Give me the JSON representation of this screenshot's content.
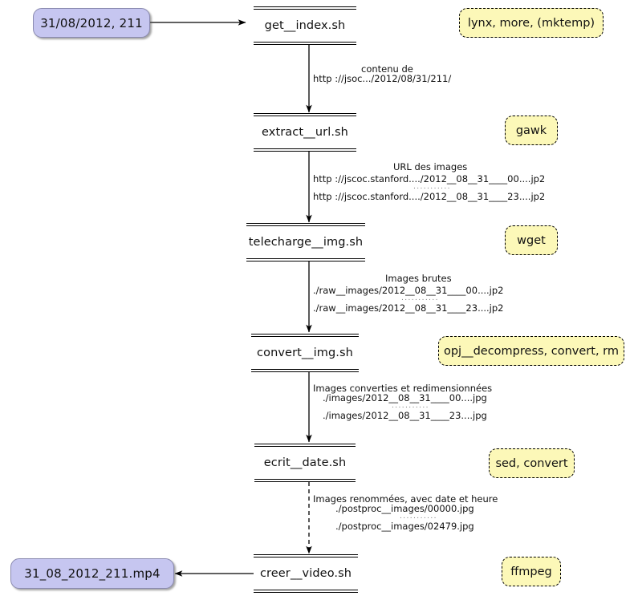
{
  "diagram": {
    "title": "Shell script pipeline: JSOC image download to video",
    "accent_purple": "#c6c6f0",
    "accent_yellow": "#fcf8b8",
    "line_color": "#000000"
  },
  "inputs": {
    "start": "31/08/2012, 211",
    "output": "31_08_2012_211.mp4"
  },
  "nodes": [
    {
      "id": "get_index",
      "label": "get__index.sh"
    },
    {
      "id": "extract_url",
      "label": "extract__url.sh"
    },
    {
      "id": "telecharge_img",
      "label": "telecharge__img.sh"
    },
    {
      "id": "convert_img",
      "label": "convert__img.sh"
    },
    {
      "id": "ecrit_date",
      "label": "ecrit__date.sh"
    },
    {
      "id": "creer_video",
      "label": "creer__video.sh"
    }
  ],
  "tools": [
    {
      "for": "get_index",
      "label": "lynx, more, (mktemp)"
    },
    {
      "for": "extract_url",
      "label": "gawk"
    },
    {
      "for": "telecharge_img",
      "label": "wget"
    },
    {
      "for": "convert_img",
      "label": "opj__decompress, convert, rm"
    },
    {
      "for": "ecrit_date",
      "label": "sed, convert"
    },
    {
      "for": "creer_video",
      "label": "ffmpeg"
    }
  ],
  "edges": [
    {
      "from": "get_index",
      "to": "extract_url",
      "style": "solid",
      "caption": "contenu de",
      "lines": [
        "http ://jsoc.../2012/08/31/211/"
      ],
      "ellipsis": false
    },
    {
      "from": "extract_url",
      "to": "telecharge_img",
      "style": "solid",
      "caption": "URL des images",
      "lines": [
        "http ://jscoc.stanford..../2012__08__31____00....jp2",
        "http ://jscoc.stanford..../2012__08__31____23....jp2"
      ],
      "ellipsis": true
    },
    {
      "from": "telecharge_img",
      "to": "convert_img",
      "style": "solid",
      "caption": "Images brutes",
      "lines": [
        "./raw__images/2012__08__31____00....jp2",
        "./raw__images/2012__08__31____23....jp2"
      ],
      "ellipsis": true
    },
    {
      "from": "convert_img",
      "to": "ecrit_date",
      "style": "solid",
      "caption": "Images converties et redimensionnées",
      "lines": [
        "./images/2012__08__31____00....jpg",
        "./images/2012__08__31____23....jpg"
      ],
      "ellipsis": true
    },
    {
      "from": "ecrit_date",
      "to": "creer_video",
      "style": "dashed",
      "caption": "Images renommées, avec date et heure",
      "lines": [
        "./postproc__images/00000.jpg",
        "./postproc__images/02479.jpg"
      ],
      "ellipsis": true
    }
  ],
  "ellipsis_glyph": "..........."
}
